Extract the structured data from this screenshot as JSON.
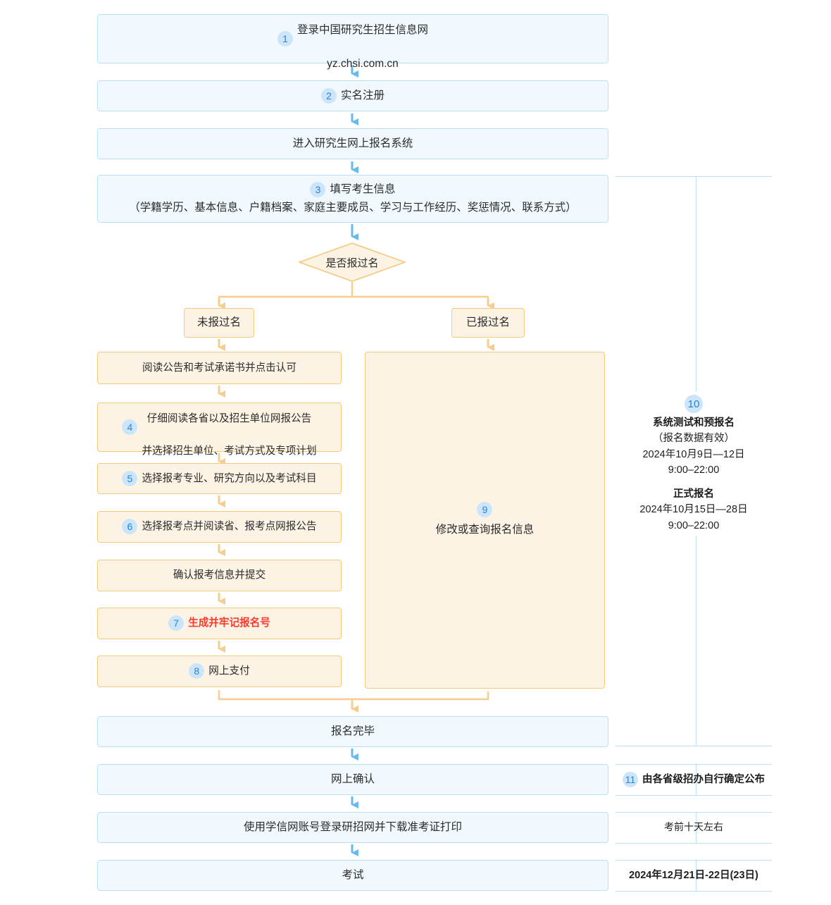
{
  "flow": {
    "steps": [
      {
        "id": "login",
        "badge": "1",
        "lines": [
          "登录中国研究生招生信息网",
          "yz.chsi.com.cn"
        ],
        "style": "blue"
      },
      {
        "id": "real-name-register",
        "badge": "2",
        "lines": [
          "实名注册"
        ],
        "style": "blue"
      },
      {
        "id": "enter-system",
        "badge": "",
        "lines": [
          "进入研究生网上报名系统"
        ],
        "style": "blue"
      },
      {
        "id": "fill-candidate-info",
        "badge": "3",
        "lines": [
          "填写考生信息",
          "（学籍学历、基本信息、户籍档案、家庭主要成员、学习与工作经历、奖惩情况、联系方式）"
        ],
        "style": "blue"
      }
    ],
    "decision": {
      "id": "has-registered-before",
      "label": "是否报过名"
    },
    "branches": {
      "left_label": "未报过名",
      "right_label": "已报过名"
    },
    "left_branch": [
      {
        "id": "read-announcement",
        "badge": "",
        "lines": [
          "阅读公告和考试承诺书并点击认可"
        ],
        "style": "orange"
      },
      {
        "id": "read-province-announcement",
        "badge": "4",
        "lines": [
          "仔细阅读各省以及招生单位网报公告",
          "并选择招生单位、考试方式及专项计划"
        ],
        "style": "orange"
      },
      {
        "id": "choose-major",
        "badge": "5",
        "lines": [
          "选择报考专业、研究方向以及考试科目"
        ],
        "style": "orange"
      },
      {
        "id": "choose-test-center",
        "badge": "6",
        "lines": [
          "选择报考点并阅读省、报考点网报公告"
        ],
        "style": "orange"
      },
      {
        "id": "confirm-and-submit",
        "badge": "",
        "lines": [
          "确认报考信息并提交"
        ],
        "style": "orange"
      },
      {
        "id": "generate-registration-number",
        "badge": "7",
        "lines": [
          "生成并牢记报名号"
        ],
        "style": "orange",
        "emphasis": "danger"
      },
      {
        "id": "online-payment",
        "badge": "8",
        "lines": [
          "网上支付"
        ],
        "style": "orange"
      }
    ],
    "right_branch": {
      "id": "modify-or-query",
      "badge": "9",
      "lines": [
        "修改或查询报名信息"
      ],
      "style": "orange"
    },
    "tail_steps": [
      {
        "id": "registration-complete",
        "badge": "",
        "lines": [
          "报名完毕"
        ],
        "style": "blue"
      },
      {
        "id": "online-confirmation",
        "badge": "",
        "lines": [
          "网上确认"
        ],
        "style": "blue"
      },
      {
        "id": "download-admission-ticket",
        "badge": "",
        "lines": [
          "使用学信网账号登录研招网并下载准考证打印"
        ],
        "style": "blue"
      },
      {
        "id": "exam",
        "badge": "",
        "lines": [
          "考试"
        ],
        "style": "blue"
      }
    ]
  },
  "annotations": {
    "schedule": {
      "badge": "10",
      "pre_title": "系统测试和预报名",
      "pre_subtitle": "（报名数据有效）",
      "pre_dates": "2024年10月9日—12日",
      "pre_hours": "9:00–22:00",
      "formal_title": "正式报名",
      "formal_dates": "2024年10月15日—28日",
      "formal_hours": "9:00–22:00"
    },
    "confirmation": {
      "badge": "11",
      "text": "由各省级招办自行确定公布"
    },
    "ticket": {
      "text": "考前十天左右"
    },
    "exam": {
      "text": "2024年12月21日-22日(23日)"
    }
  },
  "colors": {
    "blue_fill": "#f2f9fe",
    "blue_border": "#bbe1f7",
    "blue_arrow": "#6ab9ec",
    "orange_fill": "#fdf3e4",
    "orange_border": "#f4c97d",
    "orange_arrow": "#f6cd8c",
    "badge_bg": "#cbe5fa",
    "badge_text": "#2a82d6",
    "danger": "#fb3b2e"
  }
}
